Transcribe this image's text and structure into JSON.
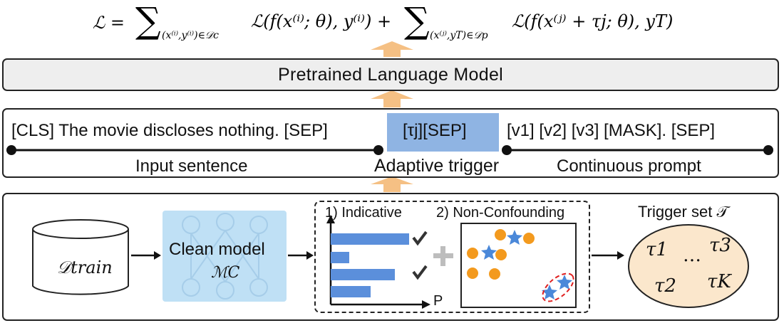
{
  "formula": {
    "lhs": "ℒ = ",
    "term1_sub": "(x⁽ⁱ⁾,y⁽ⁱ⁾)∈𝒟c",
    "term1": "ℒ(f(x⁽ⁱ⁾; θ), y⁽ⁱ⁾) +",
    "term2_sub": "(x⁽ʲ⁾,yT)∈𝒟p",
    "term2": "ℒ(f(x⁽ʲ⁾ + τj; θ), yT)"
  },
  "plm_label": "Pretrained Language Model",
  "input_row": {
    "sentence": "[CLS] The movie discloses nothing. [SEP]",
    "trigger_token": "[τj][SEP]",
    "prompt_tokens": "[v1] [v2] [v3] [MASK]. [SEP]",
    "input_sentence_label": "Input sentence",
    "adaptive_trigger_label": "Adaptive trigger",
    "continuous_prompt_label": "Continuous prompt"
  },
  "bottom": {
    "dataset_label": "𝒟train",
    "clean_model_label": "Clean model",
    "clean_model_symbol": "ℳC",
    "indicative_label": "1) Indicative",
    "non_confounding_label": "2) Non-Confounding",
    "axis_p_label": "P",
    "trigger_set_label": "Trigger set 𝒯",
    "trigger_elements": [
      "τ1",
      "…",
      "τ3",
      "τ2",
      "τK"
    ]
  },
  "colors": {
    "arrow": "#f5c084",
    "highlight": "#8fb4e3",
    "clean_model_bg": "#bfe0f5",
    "bar": "#5b8fdb",
    "dot": "#f39a1e",
    "star": "#4a88d9",
    "ellipse": "#e02020",
    "trigger_set_bg": "#fbe7cc"
  }
}
